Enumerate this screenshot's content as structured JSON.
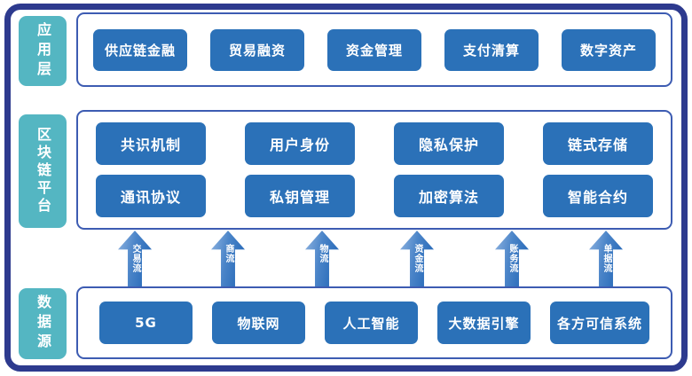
{
  "app_layer": {
    "label": "应用层",
    "items": [
      "供应链金融",
      "贸易融资",
      "资金管理",
      "支付清算",
      "数字资产"
    ]
  },
  "chain_layer": {
    "label": "区块链平台",
    "row1": [
      "共识机制",
      "用户身份",
      "隐私保护",
      "链式存储"
    ],
    "row2": [
      "通讯协议",
      "私钥管理",
      "加密算法",
      "智能合约"
    ]
  },
  "data_layer": {
    "label": "数据源",
    "items": [
      "5G",
      "物联网",
      "人工智能",
      "大数据引擎",
      "各方可信系统"
    ]
  },
  "flows": [
    "交易流",
    "商流",
    "物流",
    "资金流",
    "账务流",
    "单据流"
  ],
  "colors": {
    "frame_border": "#2d3a8e",
    "box_border": "#3d5cb2",
    "node_fill": "#2b71b8",
    "layer_label_fill": "#54b6c2",
    "arrow_dark": "#1d62b4",
    "arrow_light": "#8fb3e0",
    "text": "#ffffff"
  }
}
